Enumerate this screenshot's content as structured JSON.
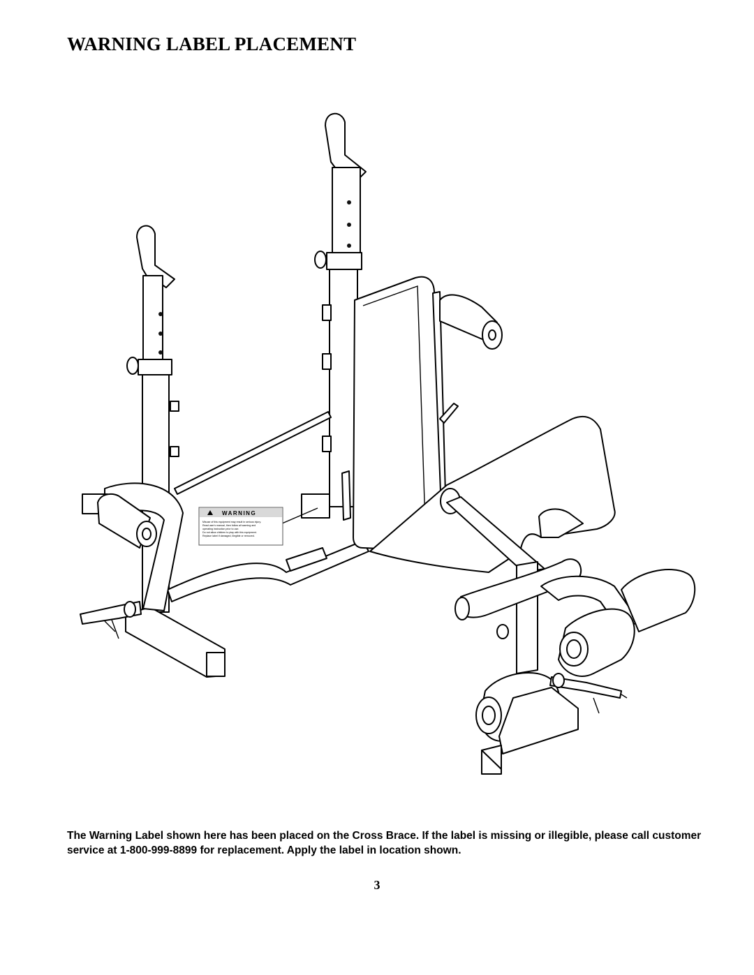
{
  "page": {
    "title": "WARNING LABEL PLACEMENT",
    "caption": "The Warning Label shown here has been placed on the Cross Brace. If the label is missing or illegible, please call customer service at 1-800-999-8899 for replacement.  Apply the label in location shown.",
    "page_number": "3"
  },
  "warning_label": {
    "heading": "WARNING",
    "lines": [
      "Misuse of this equipment may result in serious injury.",
      "Read user's manual, then follow all warning and",
      "operating instruction prior to use.",
      "Do not allow children to play with this equipment.",
      "Replace label if damaged, illegible or removed."
    ]
  }
}
